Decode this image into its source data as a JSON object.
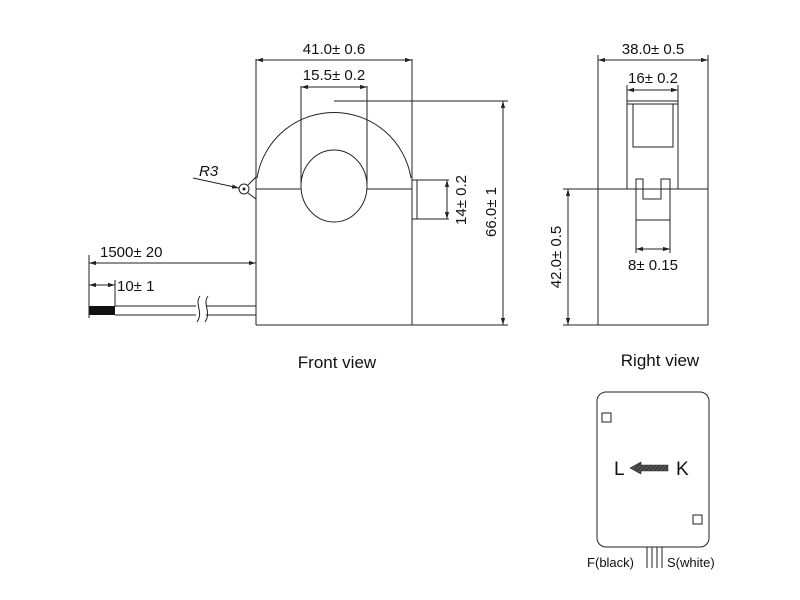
{
  "front_view": {
    "title": "Front view",
    "width_dim": "41.0± 0.6",
    "window_dim": "15.5± 0.2",
    "height_dim": "66.0± 1",
    "tab_dim": "14± 0.2",
    "radius_label": "R3",
    "cable_length_dim": "1500± 20",
    "strip_length_dim": "10± 1"
  },
  "right_view": {
    "title": "Right view",
    "width_dim": "38.0± 0.5",
    "top_tab_dim": "16± 0.2",
    "clip_dim": "8± 0.15",
    "height_dim": "42.0± 0.5"
  },
  "label_view": {
    "left_letter": "L",
    "right_letter": "K",
    "wire_f": "F(black)",
    "wire_s": "S(white)"
  },
  "colors": {
    "line": "#222222",
    "background": "#ffffff",
    "arrow": "#444444"
  }
}
